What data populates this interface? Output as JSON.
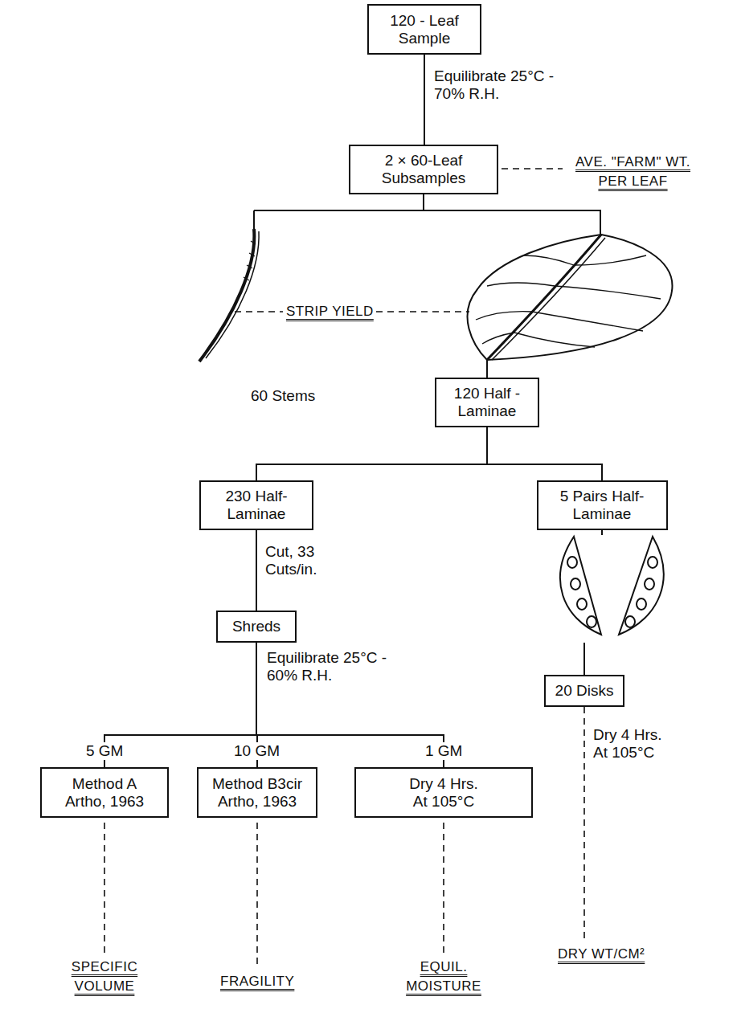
{
  "diagram": {
    "nodes": [
      {
        "text": [
          "120 - Leaf Sample"
        ]
      },
      {
        "text": [
          "2 × 60-Leaf Subsamples"
        ]
      },
      {
        "text": [
          "120 Half - Laminae"
        ]
      },
      {
        "text": [
          "230 Half- Laminae"
        ]
      },
      {
        "text": [
          "5 Pairs Half-Laminae"
        ]
      },
      {
        "text": [
          "Shreds"
        ]
      },
      {
        "text": [
          "Method A Artho, 1963"
        ]
      },
      {
        "text": [
          "Method B3cir Artho, 1963"
        ]
      },
      {
        "text": [
          "Dry 4 Hrs. At 105°C"
        ]
      },
      {
        "text": [
          "20 Disks"
        ]
      }
    ],
    "edges": [
      {
        "from": 0,
        "to": 1,
        "arrow": "none",
        "label": "Equilibrate 25°C - 70% R.H."
      },
      {
        "from": 1,
        "to": 2,
        "arrow": "none"
      },
      {
        "from": 2,
        "to": 3,
        "arrow": "none"
      },
      {
        "from": 2,
        "to": 4,
        "arrow": "none"
      },
      {
        "from": 3,
        "to": 5,
        "arrow": "none",
        "label": "Cut, 33 Cuts/in."
      },
      {
        "from": 5,
        "to": 6,
        "arrow": "none",
        "label": "5 GM"
      },
      {
        "from": 5,
        "to": 7,
        "arrow": "none",
        "label": "10 GM"
      },
      {
        "from": 5,
        "to": 8,
        "arrow": "none",
        "label": "1 GM"
      },
      {
        "from": 4,
        "to": 9,
        "arrow": "none"
      }
    ],
    "labels": [
      "AVE. \"FARM\" WT. PER LEAF",
      "STRIP YIELD",
      "60 Stems",
      "Equilibrate 25°C - 60% R.H.",
      "SPECIFIC VOLUME",
      "FRAGILITY",
      "EQUIL. MOISTURE",
      "Dry 4 Hrs. At 105°C",
      "DRY WT/CM²"
    ]
  }
}
